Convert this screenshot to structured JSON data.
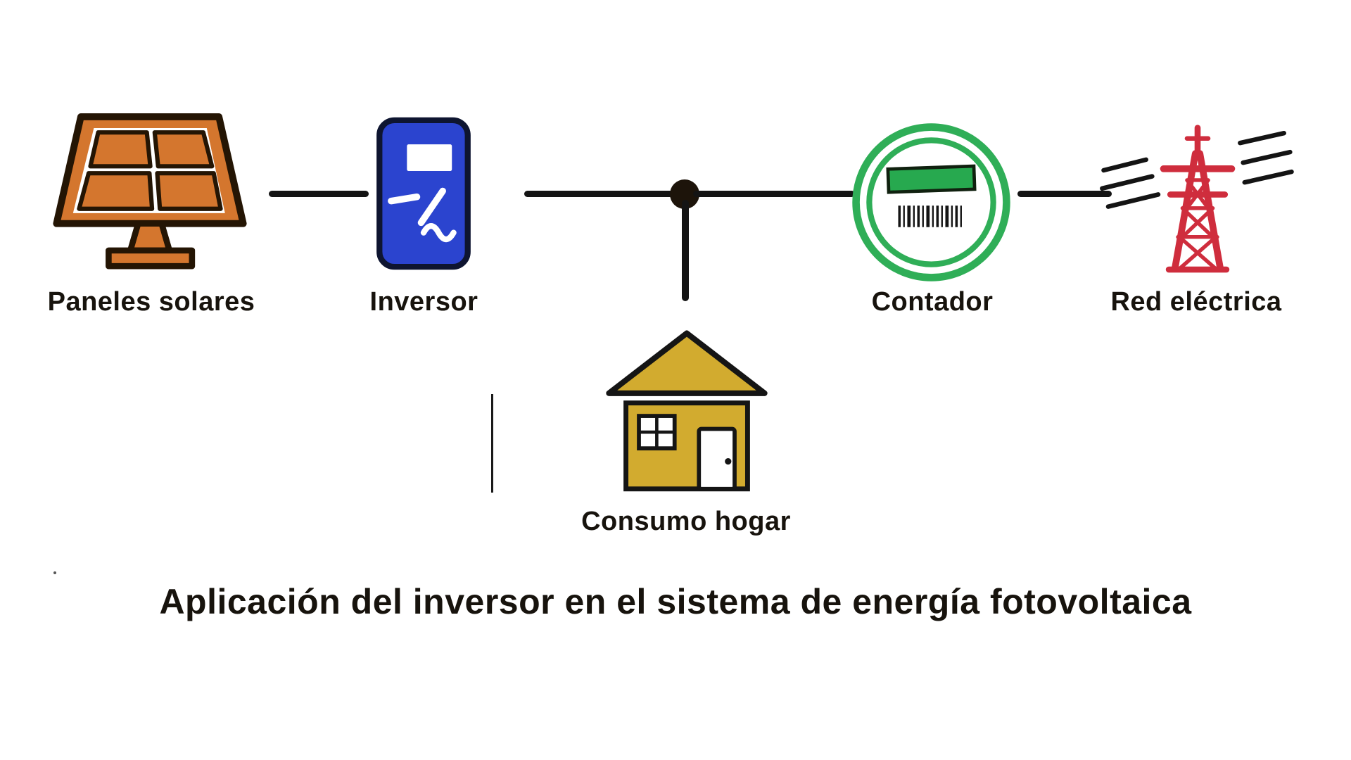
{
  "page": {
    "title": "Aplicación del inversor en el sistema de energía fotovoltaica"
  },
  "nodes": {
    "solar": {
      "label": "Paneles solares",
      "icon": "solar-panel-icon"
    },
    "inverter": {
      "label": "Inversor",
      "icon": "inverter-icon"
    },
    "meter": {
      "label": "Contador",
      "icon": "energy-meter-icon"
    },
    "grid": {
      "label": "Red eléctrica",
      "icon": "transmission-tower-icon"
    },
    "home": {
      "label": "Consumo hogar",
      "icon": "house-icon"
    }
  },
  "colors": {
    "solar_orange": "#d4762e",
    "inverter_blue": "#2b44cf",
    "meter_green": "#2fae57",
    "house_gold": "#d2ab2f",
    "grid_red": "#cf2d3d",
    "line_black": "#141414"
  }
}
